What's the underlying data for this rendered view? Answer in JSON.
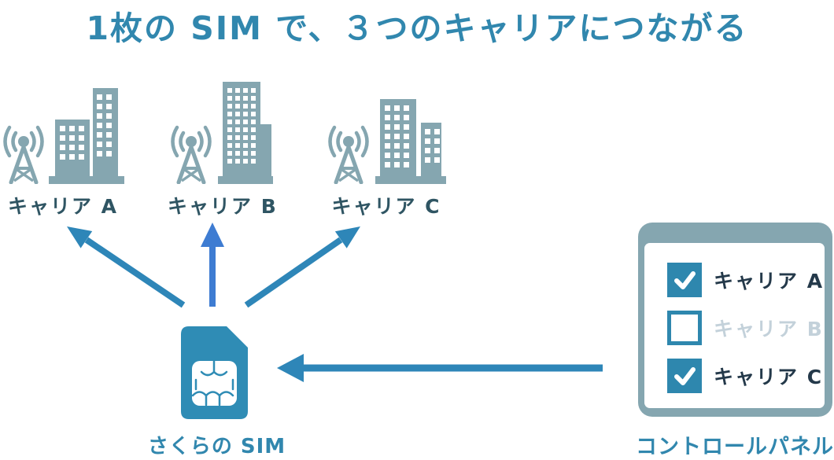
{
  "title": {
    "text": "1枚の SIM で、３つのキャリアにつながる"
  },
  "carriers": [
    {
      "label": "キャリア A"
    },
    {
      "label": "キャリア B"
    },
    {
      "label": "キャリア C"
    }
  ],
  "sim": {
    "label": "さくらの SIM"
  },
  "control_panel": {
    "caption": "コントロールパネル",
    "items": [
      {
        "label": "キャリア A",
        "checked": true
      },
      {
        "label": "キャリア B",
        "checked": false
      },
      {
        "label": "キャリア C",
        "checked": true
      }
    ]
  },
  "connections": [
    {
      "from": "さくらの SIM",
      "to": "キャリア A",
      "style": "teal-arrow"
    },
    {
      "from": "さくらの SIM",
      "to": "キャリア B",
      "style": "blue-arrow"
    },
    {
      "from": "さくらの SIM",
      "to": "キャリア C",
      "style": "teal-arrow"
    },
    {
      "from": "コントロールパネル",
      "to": "さくらの SIM",
      "style": "teal-arrow"
    }
  ],
  "colors": {
    "heading_blue": "#3187AE",
    "icon_gray_blue": "#85A6B0",
    "carrier_label_dark": "#2F5563",
    "sim_blue": "#2F8CB5",
    "arrow_teal": "#2E86B8",
    "arrow_blue": "#3E7CD2",
    "checkbox_teal": "#2E87AE",
    "panel_label_dark": "#24394A",
    "panel_label_disabled": "#C3D1DA",
    "background": "#FFFFFF"
  }
}
